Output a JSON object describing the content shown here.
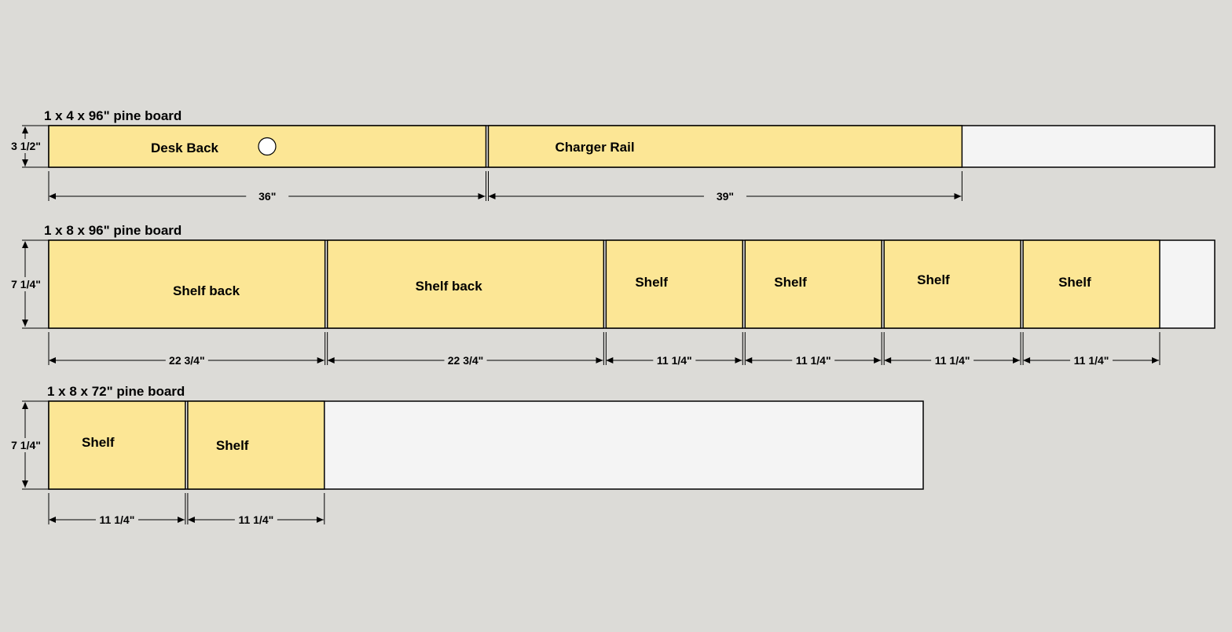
{
  "colors": {
    "background": "#dcdbd7",
    "part_fill": "#fce695",
    "waste_fill": "#f4f4f4",
    "outline": "#000000"
  },
  "boards": [
    {
      "title": "1 x 4 x 96\" pine board",
      "length_in": 96,
      "width_label": "3 1/2\"",
      "parts": [
        {
          "label": "Desk Back",
          "length_in": 36,
          "dim_label": "36\"",
          "has_hole": true
        },
        {
          "label": "Charger Rail",
          "length_in": 39,
          "dim_label": "39\""
        }
      ]
    },
    {
      "title": "1 x 8 x 96\" pine board",
      "length_in": 96,
      "width_label": "7 1/4\"",
      "parts": [
        {
          "label": "Shelf back",
          "length_in": 22.75,
          "dim_label": "22 3/4\""
        },
        {
          "label": "Shelf back",
          "length_in": 22.75,
          "dim_label": "22 3/4\""
        },
        {
          "label": "Shelf",
          "length_in": 11.25,
          "dim_label": "11 1/4\""
        },
        {
          "label": "Shelf",
          "length_in": 11.25,
          "dim_label": "11 1/4\""
        },
        {
          "label": "Shelf",
          "length_in": 11.25,
          "dim_label": "11 1/4\""
        },
        {
          "label": "Shelf",
          "length_in": 11.25,
          "dim_label": "11 1/4\""
        }
      ]
    },
    {
      "title": "1 x 8 x 72\" pine board",
      "length_in": 72,
      "width_label": "7 1/4\"",
      "parts": [
        {
          "label": "Shelf",
          "length_in": 11.25,
          "dim_label": "11 1/4\""
        },
        {
          "label": "Shelf",
          "length_in": 11.25,
          "dim_label": "11 1/4\""
        }
      ]
    }
  ]
}
